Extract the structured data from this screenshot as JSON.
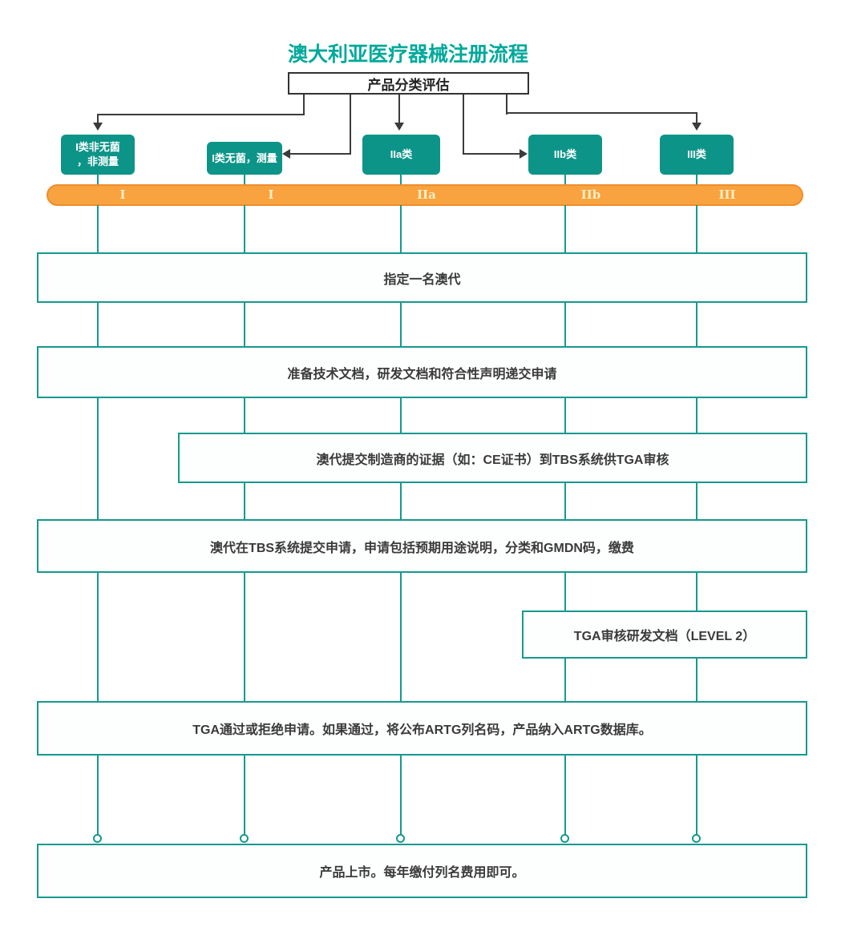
{
  "title": "澳大利亚医疗器械注册流程",
  "root": {
    "label": "产品分类评估"
  },
  "classes": [
    {
      "label": "I类非无菌\n，非测量"
    },
    {
      "label": "I类无菌，测量"
    },
    {
      "label": "IIa类"
    },
    {
      "label": "IIb类"
    },
    {
      "label": "III类"
    }
  ],
  "bands": [
    "I",
    "I",
    "IIa",
    "IIb",
    "III"
  ],
  "stages": [
    {
      "label": "指定一名澳代"
    },
    {
      "label": "准备技术文档，研发文档和符合性声明递交申请"
    },
    {
      "label": "澳代提交制造商的证据（如：CE证书）到TBS系统供TGA审核"
    },
    {
      "label": "澳代在TBS系统提交申请，申请包括预期用途说明，分类和GMDN码，缴费"
    },
    {
      "label": "TGA审核研发文档（LEVEL 2）"
    },
    {
      "label": "TGA通过或拒绝申请。如果通过，将公布ARTG列名码，产品纳入ARTG数据库。"
    },
    {
      "label": "产品上市。每年缴付列名费用即可。"
    }
  ],
  "colors": {
    "title_teal": "#00A99B",
    "class_box_teal": "#0D9488",
    "line_teal": "#16998E",
    "connector_dark": "#3B3B3B",
    "bar_orange": "#F8A33F",
    "bar_border_orange": "#EF8D2B",
    "bar_label_cream": "#FCEFC7"
  }
}
